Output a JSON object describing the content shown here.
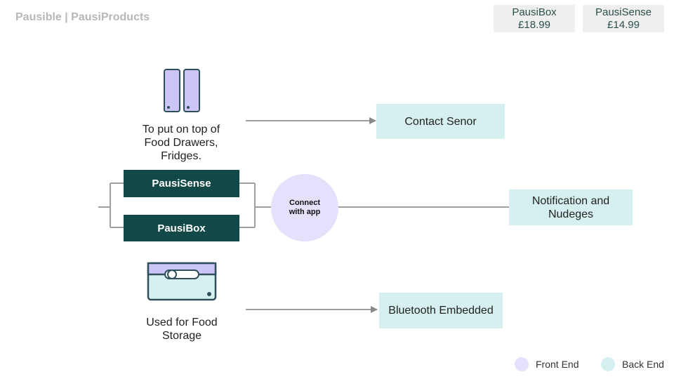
{
  "header": {
    "brand": "Pausible | PausiProducts"
  },
  "prices": [
    {
      "name": "PausiBox",
      "price": "£18.99"
    },
    {
      "name": "PausiSense",
      "price": "£14.99"
    }
  ],
  "diagram": {
    "sensor_caption": "To put on top of Food Drawers, Fridges.",
    "storage_caption": "Used for Food Storage",
    "products": [
      "PausiSense",
      "PausiBox"
    ],
    "connect_label": "Connect with app",
    "backend": {
      "contact": "Contact Senor",
      "notification": "Notification and Nudeges",
      "bluetooth": "Bluetooth Embedded"
    }
  },
  "legend": [
    {
      "label": "Front End",
      "color": "#e3e1fb"
    },
    {
      "label": "Back End",
      "color": "#d6f0f0"
    }
  ],
  "colors": {
    "dark_teal": "#134848",
    "front_end": "#e3e1fb",
    "back_end": "#d6f0f0",
    "price_bg": "#efefef",
    "connector": "#9e9e9e"
  },
  "icons": [
    "phone-sensor-icon",
    "storage-box-icon",
    "arrow-right-icon"
  ]
}
